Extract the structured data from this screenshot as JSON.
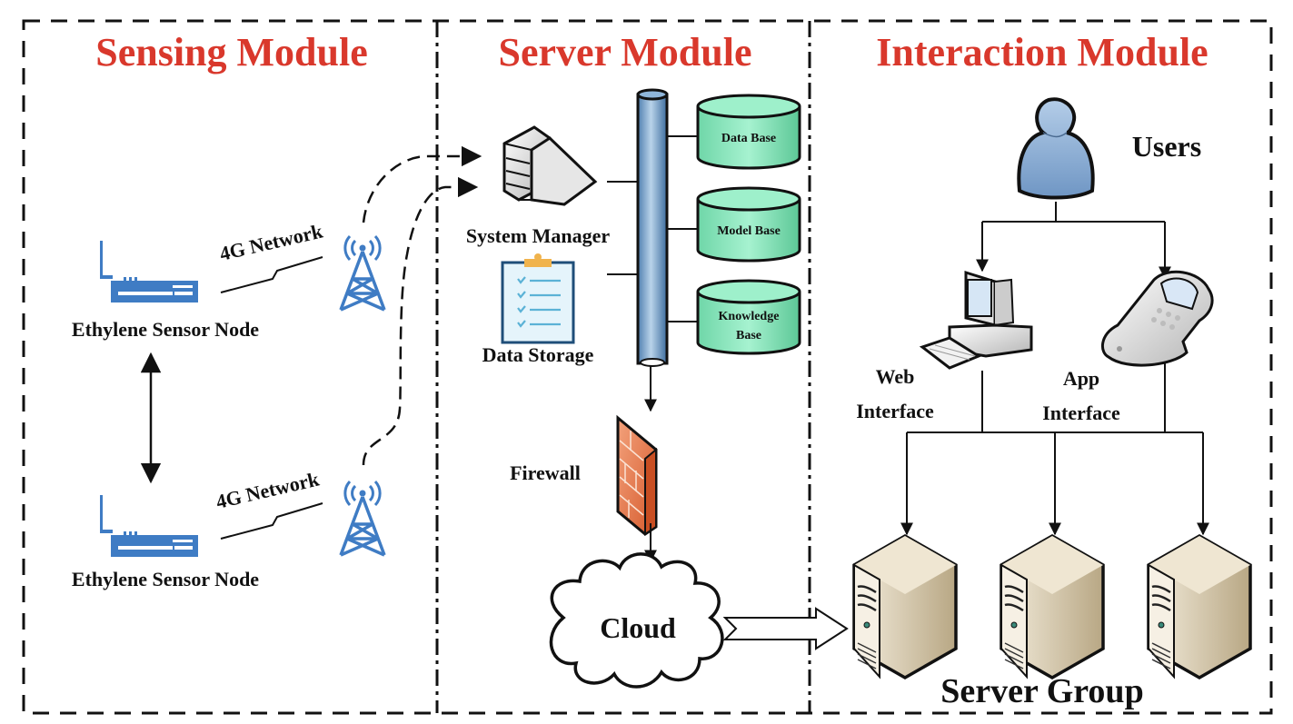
{
  "modules": {
    "sensing": {
      "title": "Sensing Module"
    },
    "server": {
      "title": "Server Module"
    },
    "interaction": {
      "title": "Interaction Module"
    }
  },
  "sensing": {
    "node_top": {
      "label": "Ethylene Sensor Node",
      "network_label": "4G Network"
    },
    "node_bottom": {
      "label": "Ethylene Sensor Node",
      "network_label": "4G Network"
    }
  },
  "server": {
    "system_manager": "System Manager",
    "data_storage": "Data Storage",
    "databases": [
      {
        "line1": "Data Base",
        "line2": ""
      },
      {
        "line1": "Model Base",
        "line2": ""
      },
      {
        "line1": "Knowledge",
        "line2": "Base"
      }
    ],
    "firewall": "Firewall",
    "cloud": "Cloud"
  },
  "interaction": {
    "users": "Users",
    "web_interface": {
      "line1": "Web",
      "line2": "Interface"
    },
    "app_interface": {
      "line1": "App",
      "line2": "Interface"
    },
    "server_group": "Server Group"
  },
  "colors": {
    "title_red": "#d9382c",
    "sensor_blue": "#3f7cc4",
    "db_green": "#8ee8c0",
    "bus_blue": "#7aa6cf",
    "firewall_orange": "#e8744a",
    "server_beige": "#d8ccb0",
    "user_blue": "#8fb1d8"
  }
}
